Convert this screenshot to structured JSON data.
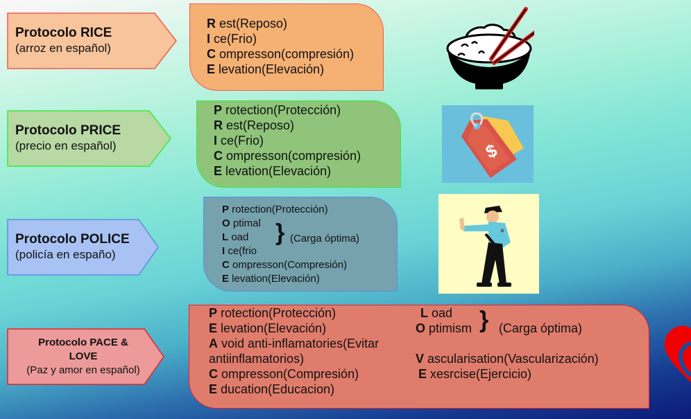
{
  "colors": {
    "rice_label": "#f8c49c",
    "rice_box": "#f5b074",
    "rice_border": "#f05a4a",
    "price_label": "#b8d8a4",
    "price_box": "#8fc47a",
    "price_border": "#3de83d",
    "police_label": "#a8c2f4",
    "police_box": "#76a2ae",
    "police_border": "#5a8ee0",
    "pace_label": "#ec9a9a",
    "pace_box": "#e07c6c",
    "pace_border": "#e8202a"
  },
  "rice": {
    "title": "Protocolo RICE",
    "subtitle": "(arroz en español)",
    "items": [
      {
        "letter": "R",
        "text": " est(Reposo)"
      },
      {
        "letter": "I",
        "text": " ce(Frio)"
      },
      {
        "letter": "C",
        "text": " ompresson(compresión)"
      },
      {
        "letter": "E",
        "text": " levation(Elevación)"
      }
    ],
    "image": "rice-bowl-with-chopsticks-icon"
  },
  "price": {
    "title": "Protocolo PRICE",
    "subtitle": "(precio en español)",
    "items": [
      {
        "letter": "P",
        "text": " rotection(Protección)"
      },
      {
        "letter": "R",
        "text": " est(Reposo)"
      },
      {
        "letter": "I",
        "text": " ce(Frio)"
      },
      {
        "letter": "C",
        "text": " ompresson(compresión)"
      },
      {
        "letter": "E",
        "text": " levation(Elevación)"
      }
    ],
    "image": "price-tag-icon",
    "tag_symbol": "$"
  },
  "police": {
    "title": "Protocolo POLICE",
    "subtitle": "(policía en españo)",
    "items": [
      {
        "letter": "P",
        "text": " rotection(Protección)"
      },
      {
        "letter": "O",
        "text": " ptimal"
      },
      {
        "letter": "L",
        "text": " oad"
      },
      {
        "letter": "I",
        "text": " ce(frio"
      },
      {
        "letter": "C",
        "text": " ompresson(Compresión)"
      },
      {
        "letter": "E",
        "text": " levation(Elevación)"
      }
    ],
    "bracket": "}",
    "bracket_note": "(Carga óptima)",
    "image": "police-officer-icon"
  },
  "pace": {
    "title_line1": "Protocolo PACE &",
    "title_line2": "LOVE",
    "subtitle": "(Paz y amor en español)",
    "left_items": [
      {
        "letter": "P",
        "text": " rotection(Protección)"
      },
      {
        "letter": "E",
        "text": " levation(Elevación)"
      },
      {
        "letter": "A",
        "text": " void anti-inflamatories(Evitar"
      },
      {
        "letter": "",
        "text": "antiinflamatorios)"
      },
      {
        "letter": "C",
        "text": " ompresson(Compresión)"
      },
      {
        "letter": "E",
        "text": " ducation(Educacion)"
      }
    ],
    "right_items": [
      {
        "letter": "L",
        "text": " oad"
      },
      {
        "letter": "O",
        "text": " ptimism"
      },
      {
        "letter": "V",
        "text": " ascularisation(Vascularización)"
      },
      {
        "letter": "E",
        "text": " xesrcise(Ejercicio)"
      }
    ],
    "bracket": "}",
    "bracket_note": "(Carga óptima)",
    "image": "heart-logo-icon"
  }
}
